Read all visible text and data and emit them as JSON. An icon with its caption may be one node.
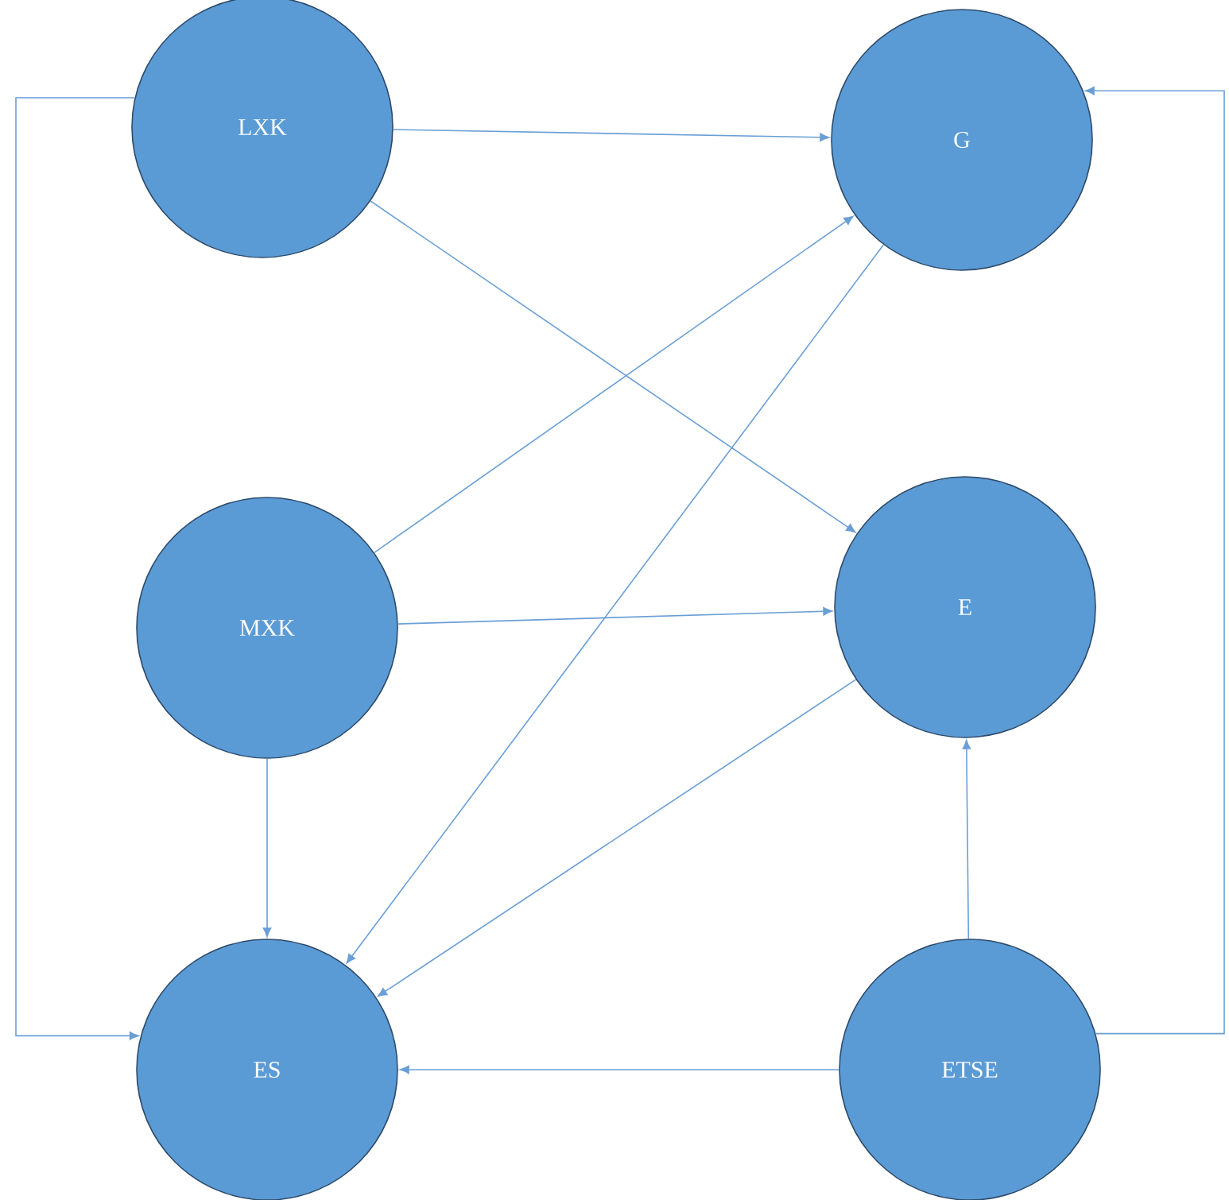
{
  "diagram": {
    "nodes": [
      {
        "text": [
          "LXK"
        ]
      },
      {
        "text": [
          "G"
        ]
      },
      {
        "text": [
          "MXK"
        ]
      },
      {
        "text": [
          "E"
        ]
      },
      {
        "text": [
          "ES"
        ]
      },
      {
        "text": [
          "ETSE"
        ]
      }
    ],
    "edges": [
      {
        "from": 0,
        "to": 1,
        "arrow": "to"
      },
      {
        "from": 0,
        "to": 3,
        "arrow": "to"
      },
      {
        "from": 2,
        "to": 1,
        "arrow": "to"
      },
      {
        "from": 2,
        "to": 3,
        "arrow": "to"
      },
      {
        "from": 2,
        "to": 4,
        "arrow": "to"
      },
      {
        "from": 1,
        "to": 4,
        "arrow": "to"
      },
      {
        "from": 3,
        "to": 4,
        "arrow": "to"
      },
      {
        "from": 5,
        "to": 4,
        "arrow": "to"
      },
      {
        "from": 5,
        "to": 3,
        "arrow": "to"
      },
      {
        "from": 0,
        "to": 4,
        "arrow": "to"
      },
      {
        "from": 5,
        "to": 1,
        "arrow": "to"
      }
    ]
  }
}
